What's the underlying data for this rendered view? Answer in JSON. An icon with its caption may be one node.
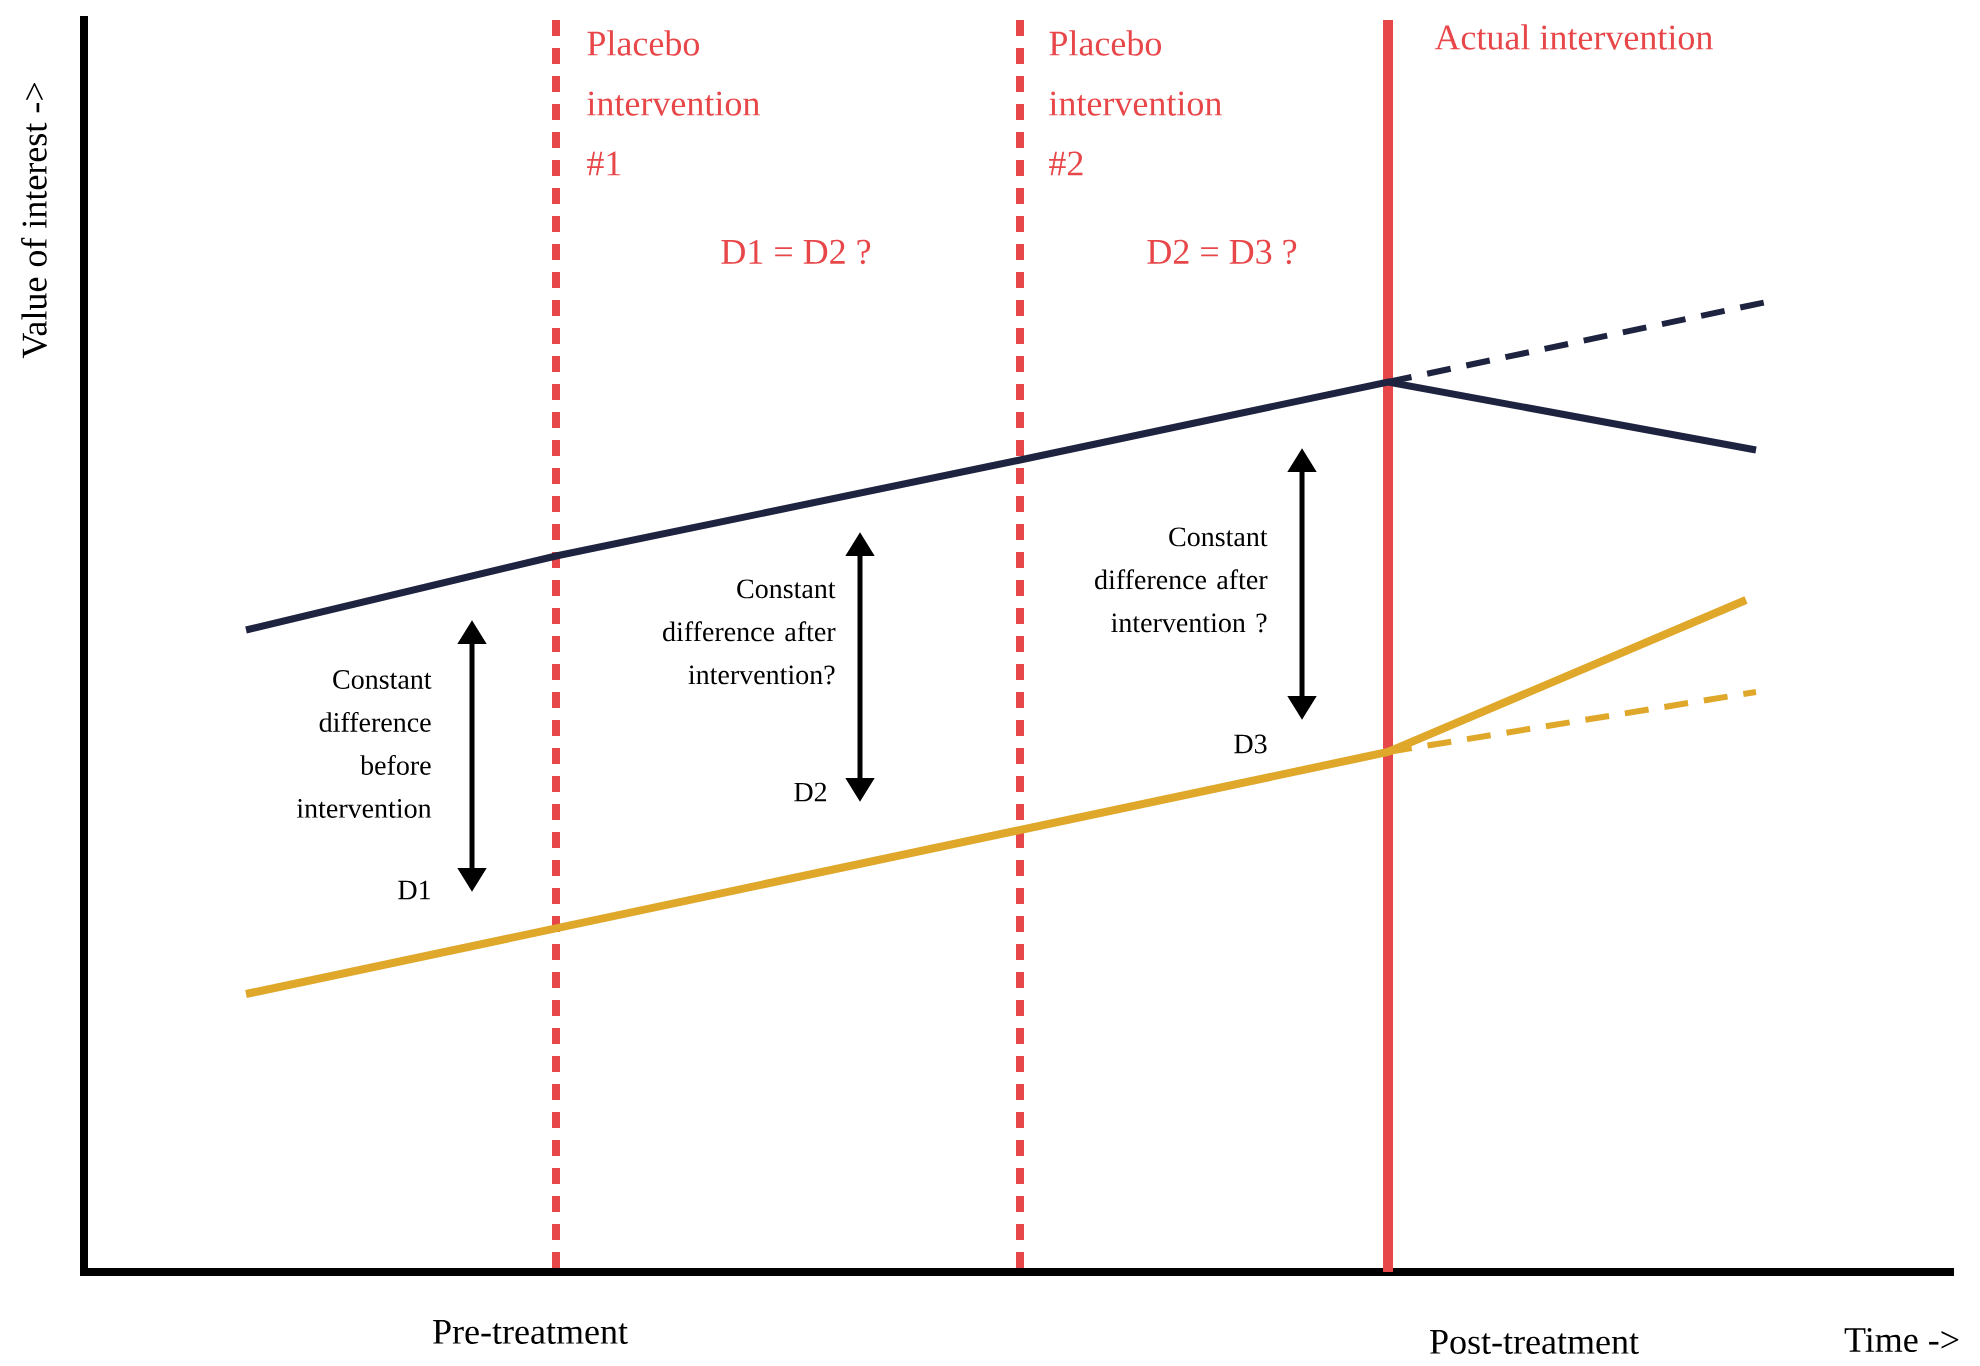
{
  "diagram": {
    "labels": [
      "Placebo intervention #1",
      "Placebo intervention #2",
      "Actual intervention",
      "D1 = D2 ?",
      "D2 = D3 ?",
      "Value of interest ->",
      "Constant difference after intervention ?",
      "Constant difference after intervention?",
      "D3",
      "Constant difference before intervention",
      "D2",
      "D1",
      "Pre-treatment",
      "Post-treatment",
      "Time ->"
    ]
  }
}
